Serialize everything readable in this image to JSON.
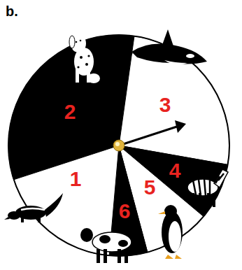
{
  "diagram": {
    "labels": [
      "b.",
      "2",
      "3",
      "4",
      "1",
      "5",
      "6"
    ]
  }
}
